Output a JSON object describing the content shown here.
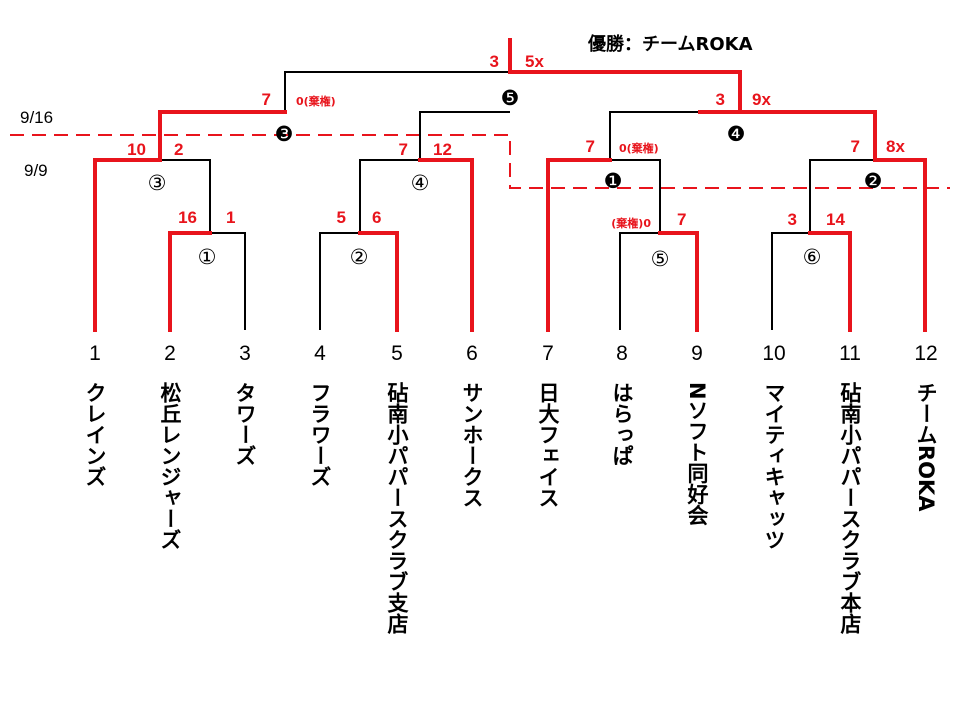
{
  "title": "優勝：チームROKA",
  "dates": [
    "9/16",
    "9/9"
  ],
  "teams": [
    {
      "no": "1",
      "name": "クレインズ"
    },
    {
      "no": "2",
      "name": "松丘レンジャーズ"
    },
    {
      "no": "3",
      "name": "タワーズ"
    },
    {
      "no": "4",
      "name": "フラワーズ"
    },
    {
      "no": "5",
      "name": "砧南小パパースクラブ支店"
    },
    {
      "no": "6",
      "name": "サンホークス"
    },
    {
      "no": "7",
      "name": "日大フェイス"
    },
    {
      "no": "8",
      "name": "はらっぱ"
    },
    {
      "no": "9",
      "name": "Nソフト同好会"
    },
    {
      "no": "10",
      "name": "マイティキャッツ"
    },
    {
      "no": "11",
      "name": "砧南小パパースクラブ本店"
    },
    {
      "no": "12",
      "name": "チームROKA"
    }
  ],
  "matches": [
    {
      "mark": "①",
      "scores": [
        "16",
        "1"
      ]
    },
    {
      "mark": "②",
      "scores": [
        "5",
        "6"
      ]
    },
    {
      "mark": "③",
      "scores": [
        "10",
        "2"
      ]
    },
    {
      "mark": "④",
      "scores": [
        "7",
        "12"
      ]
    },
    {
      "mark": "⑤",
      "scores": [
        "(棄権)0",
        "7"
      ]
    },
    {
      "mark": "⑥",
      "scores": [
        "3",
        "14"
      ]
    },
    {
      "mark": "❶",
      "scores": [
        "7",
        "0(棄権)"
      ]
    },
    {
      "mark": "❷",
      "scores": [
        "7",
        "8x"
      ]
    },
    {
      "mark": "❸",
      "scores": [
        "7",
        "0(棄権)"
      ]
    },
    {
      "mark": "❹",
      "scores": [
        "3",
        "9x"
      ]
    },
    {
      "mark": "❺",
      "scores": [
        "3",
        "5x"
      ]
    }
  ],
  "colors": {
    "winner": "#e8141c",
    "loser": "#000000"
  }
}
